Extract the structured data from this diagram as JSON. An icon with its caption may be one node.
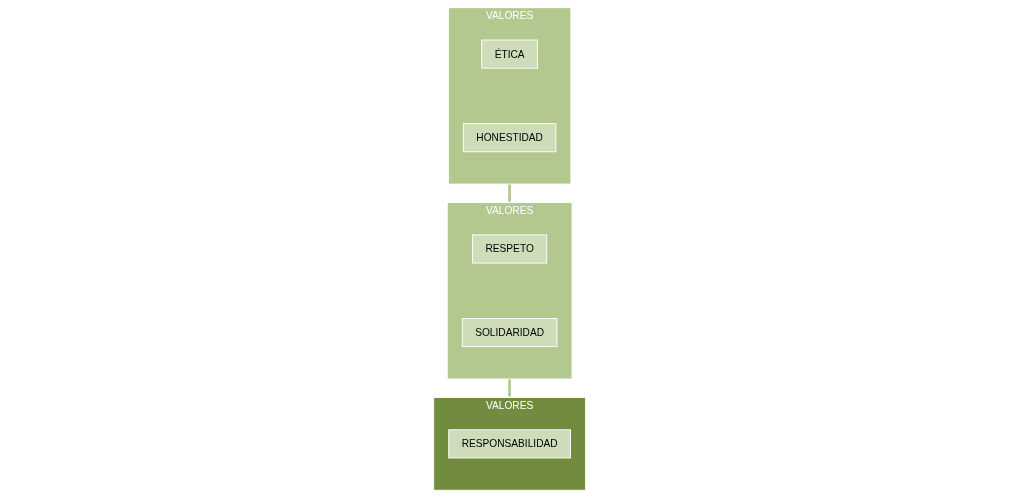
{
  "diagram": {
    "nodes": [
      {
        "text": [
          "VALORES"
        ]
      },
      {
        "text": [
          "ÉTICA"
        ],
        "in": 0
      },
      {
        "text": [
          "HONESTIDAD"
        ],
        "in": 0
      },
      {
        "text": [
          "VALORES"
        ]
      },
      {
        "text": [
          "RESPETO"
        ],
        "in": 3
      },
      {
        "text": [
          "SOLIDARIDAD"
        ],
        "in": 3
      },
      {
        "text": [
          "VALORES"
        ]
      },
      {
        "text": [
          "RESPONSABILIDAD"
        ],
        "in": 6
      }
    ],
    "edges": [
      {
        "from": 0,
        "to": 3,
        "arrow": "to"
      },
      {
        "from": 3,
        "to": 6,
        "arrow": "to"
      }
    ]
  }
}
